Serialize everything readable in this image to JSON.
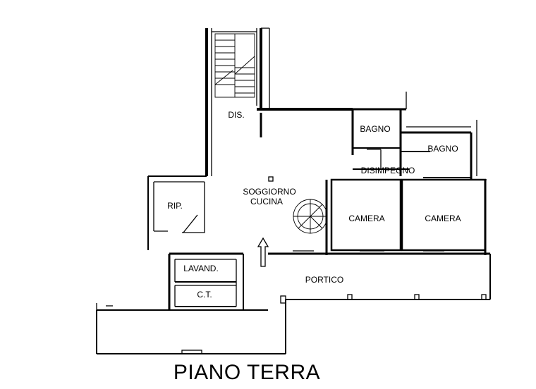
{
  "title": "PIANO TERRA",
  "rooms": {
    "dis": "DIS.",
    "bagno_1": "BAGNO",
    "bagno_2": "BAGNO",
    "disimpegno": "DISIMPEGNO",
    "soggiorno_line1": "SOGGIORNO",
    "soggiorno_line2": "CUCINA",
    "rip": "RIP.",
    "camera_1": "CAMERA",
    "camera_2": "CAMERA",
    "lavand": "LAVAND.",
    "ct": "C.T.",
    "portico": "PORTICO"
  },
  "colors": {
    "wall": "#000000",
    "background": "#ffffff"
  }
}
